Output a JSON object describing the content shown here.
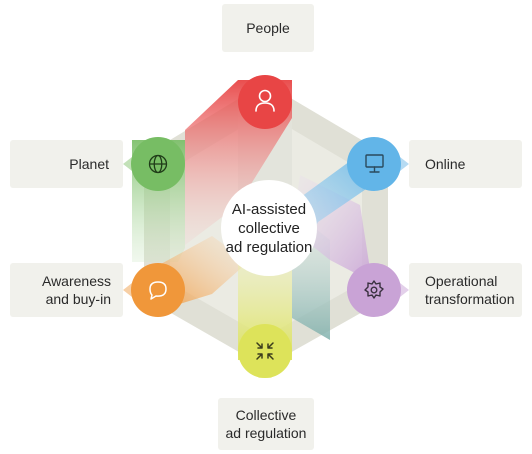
{
  "center": {
    "line1": "AI-assisted",
    "line2": "collective",
    "line3": "ad regulation"
  },
  "nodes": {
    "people": {
      "label": "People",
      "color": "#e84545",
      "icon": "person-icon"
    },
    "online": {
      "label": "Online",
      "color": "#62b5e8",
      "icon": "monitor-icon"
    },
    "operational": {
      "line1": "Operational",
      "line2": "transformation",
      "color": "#c9a3d6",
      "icon": "gear-icon"
    },
    "collective": {
      "line1": "Collective",
      "line2": "ad regulation",
      "color": "#dde35a",
      "icon": "collapse-arrows-icon"
    },
    "awareness": {
      "line1": "Awareness",
      "line2": "and buy-in",
      "color": "#f0973a",
      "icon": "speech-bubble-icon"
    },
    "planet": {
      "label": "Planet",
      "color": "#77bd64",
      "icon": "globe-icon"
    }
  }
}
